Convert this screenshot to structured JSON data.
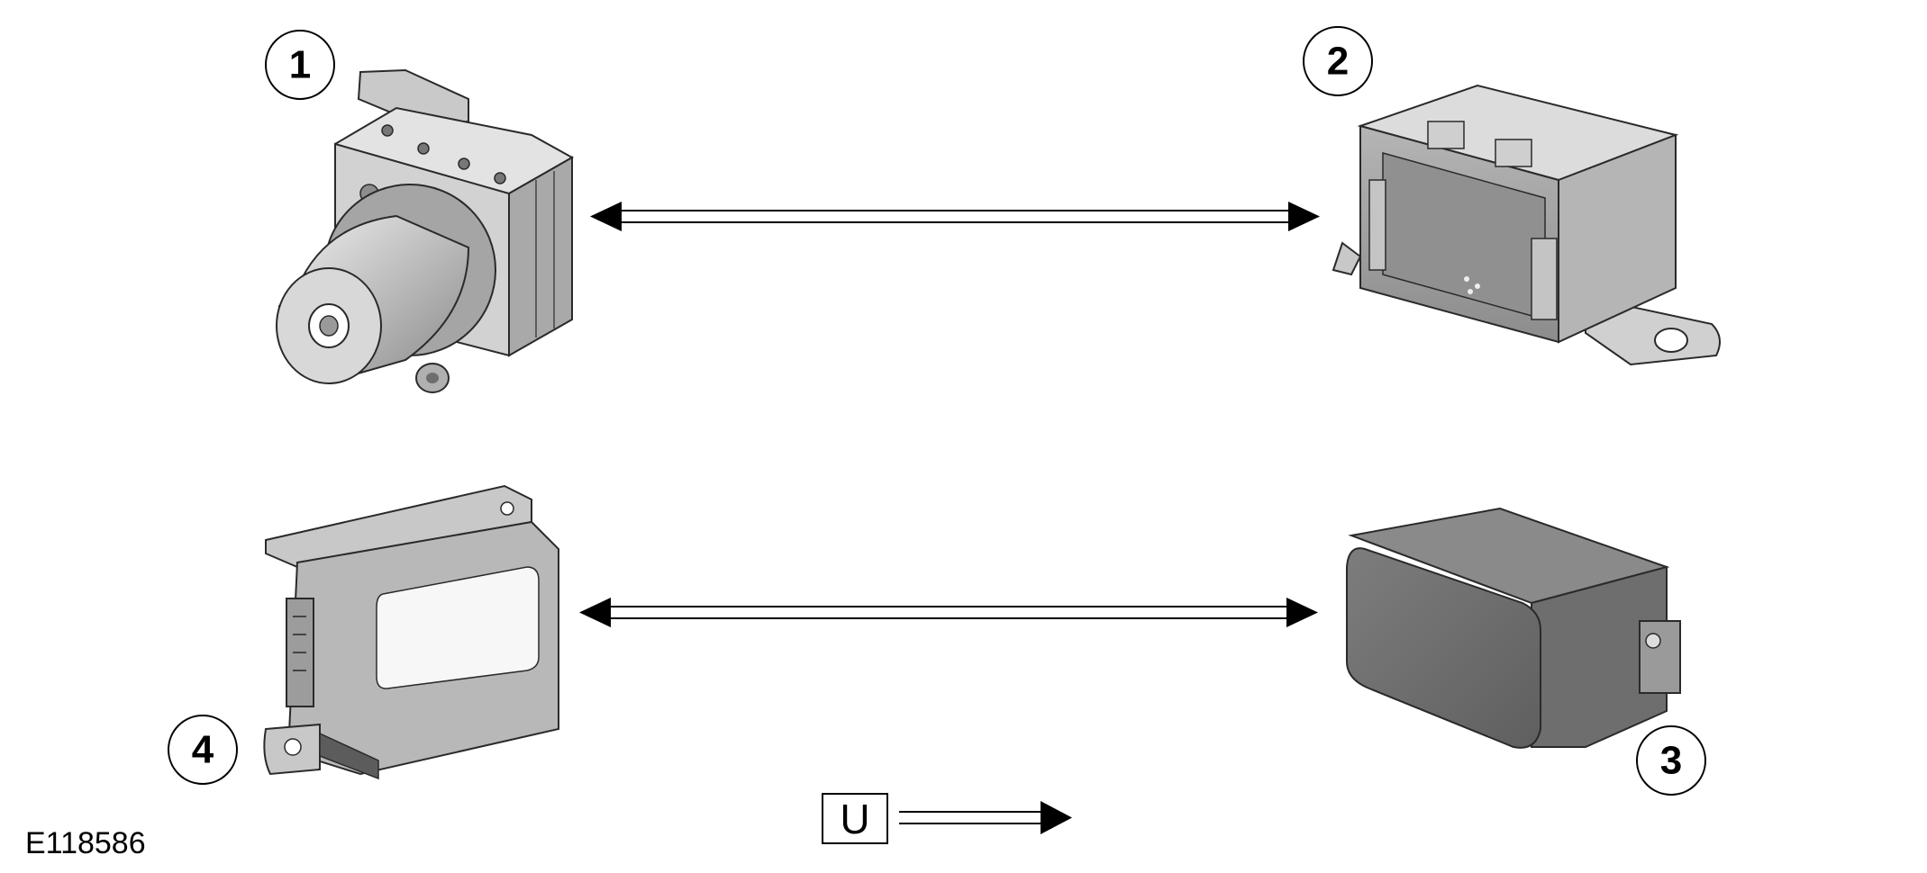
{
  "callouts": {
    "c1": "1",
    "c2": "2",
    "c3": "3",
    "c4": "4"
  },
  "legend": {
    "symbol": "U"
  },
  "reference_id": "E118586",
  "colors": {
    "line": "#000000",
    "part_light": "#d9d9d9",
    "part_mid": "#b4b4b4",
    "part_dark": "#707070",
    "background": "#ffffff"
  }
}
